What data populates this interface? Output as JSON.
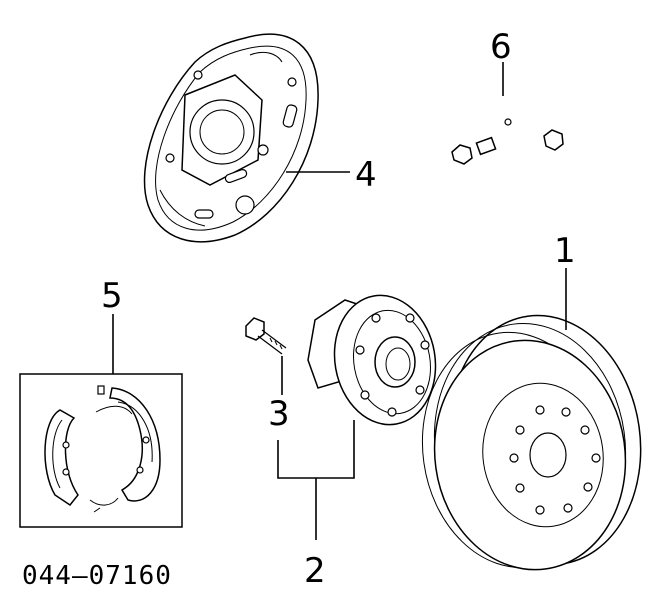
{
  "diagram": {
    "callouts": {
      "drum": "1",
      "hub": "2",
      "bolt": "3",
      "backing_plate": "4",
      "shoes": "5",
      "hose": "6"
    },
    "part_code": "044–07160",
    "background_color": "#ffffff",
    "line_color": "#000000"
  }
}
